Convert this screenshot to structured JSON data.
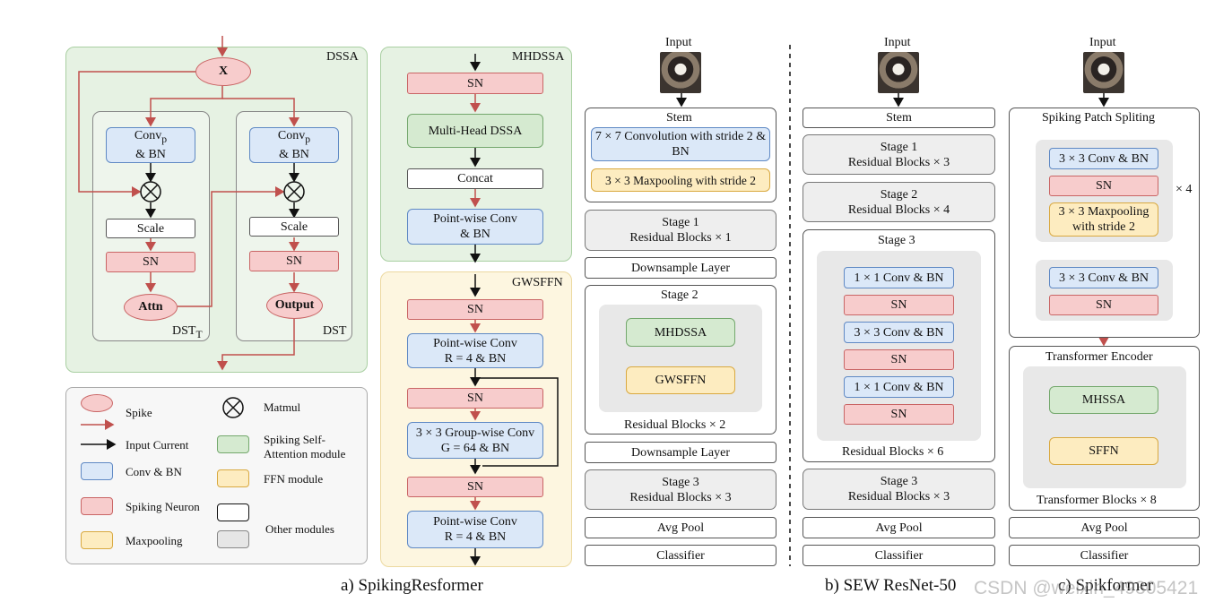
{
  "dssa": {
    "title": "DSSA",
    "x_label": "X",
    "conv_left": "Conv",
    "conv_sub": "p",
    "conv_bn": "& BN",
    "scale": "Scale",
    "sn": "SN",
    "attn": "Attn",
    "output": "Output",
    "dst_t": "DST",
    "dst_t_sub": "T",
    "dst": "DST"
  },
  "legend": {
    "spike": "Spike",
    "matmul": "Matmul",
    "input_current": "Input Current",
    "ssa_module": "Spiking Self-Attention module",
    "conv_bn": "Conv & BN",
    "ffn_module": "FFN module",
    "spiking_neuron": "Spiking Neuron",
    "other_modules": "Other modules",
    "maxpooling": "Maxpooling"
  },
  "mhdssa": {
    "title": "MHDSSA",
    "sn": "SN",
    "multihead": "Multi-Head DSSA",
    "concat": "Concat",
    "pw_conv_l1": "Point-wise Conv",
    "pw_conv_l2": "& BN"
  },
  "gwsffn": {
    "title": "GWSFFN",
    "sn": "SN",
    "pw1_l1": "Point-wise Conv",
    "pw1_l2": "R = 4 & BN",
    "gw_l1": "3 × 3 Group-wise Conv",
    "gw_l2": "G = 64 & BN",
    "pw2_l1": "Point-wise Conv",
    "pw2_l2": "R = 4 & BN"
  },
  "resformer": {
    "input": "Input",
    "stem": "Stem",
    "conv7": "7 × 7 Convolution with stride 2 & BN",
    "maxpool": "3 × 3 Maxpooling with stride 2",
    "stage1_l1": "Stage 1",
    "stage1_l2": "Residual Blocks × 1",
    "downsample": "Downsample Layer",
    "stage2": "Stage 2",
    "mhdssa": "MHDSSA",
    "gwsffn": "GWSFFN",
    "stage2_blocks": "Residual Blocks × 2",
    "stage3_l1": "Stage 3",
    "stage3_l2": "Residual Blocks × 3",
    "avgpool": "Avg Pool",
    "classifier": "Classifier"
  },
  "sew": {
    "input": "Input",
    "stem": "Stem",
    "stage1_l1": "Stage 1",
    "stage1_l2": "Residual Blocks × 3",
    "stage2_l1": "Stage 2",
    "stage2_l2": "Residual Blocks × 4",
    "stage3": "Stage 3",
    "conv1a": "1 × 1 Conv & BN",
    "sn": "SN",
    "conv3": "3 × 3 Conv & BN",
    "conv1b": "1 × 1 Conv & BN",
    "stage3_blocks": "Residual Blocks × 6",
    "stage3b_l1": "Stage 3",
    "stage3b_l2": "Residual Blocks × 3",
    "avgpool": "Avg Pool",
    "classifier": "Classifier"
  },
  "spikformer": {
    "input": "Input",
    "sps": "Spiking Patch Spliting",
    "conv3": "3 × 3 Conv & BN",
    "sn": "SN",
    "maxpool_l1": "3 × 3 Maxpooling",
    "maxpool_l2": "with stride 2",
    "times4": "× 4",
    "encoder": "Transformer Encoder",
    "mhssa": "MHSSA",
    "sffn": "SFFN",
    "blocks": "Transformer Blocks × 8",
    "avgpool": "Avg Pool",
    "classifier": "Classifier"
  },
  "captions": {
    "a": "a) SpikingResformer",
    "b": "b) SEW ResNet-50",
    "c": "c) Spikformer",
    "watermark": "CSDN @weixin_49305421"
  },
  "colors": {
    "blue": "#dbe8f8",
    "red": "#f7cccc",
    "green": "#d5ead0",
    "yellow": "#fdecc0",
    "arrow_red": "#c0504d"
  }
}
